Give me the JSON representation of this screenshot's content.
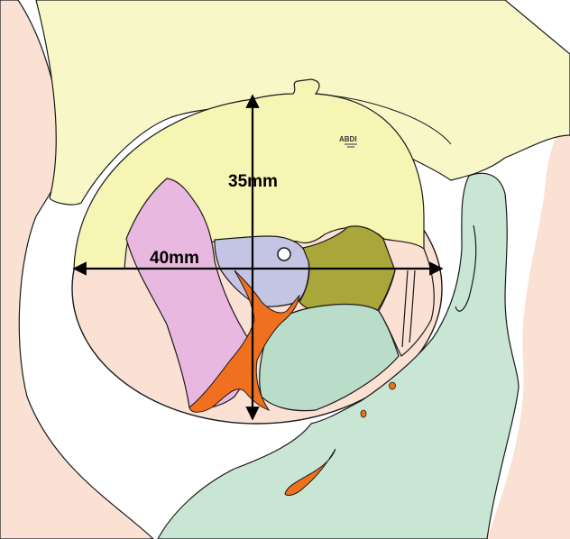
{
  "diagram": {
    "labels": {
      "vertical_dimension": "35mm",
      "horizontal_dimension": "40mm",
      "small_label": "ABDI"
    },
    "colors": {
      "background": "#ffffff",
      "outline": "#1a1a1a",
      "skin": "#fbe0d4",
      "yellow_region": "#f7f5b3",
      "yellow_region_light": "#f8f7c8",
      "pink_region": "#e8b8e0",
      "lavender_region": "#c4c4e4",
      "olive_region": "#a9a63a",
      "mint_region": "#b9ddc8",
      "green_region": "#c9e6d4",
      "orange_region": "#f07020",
      "arrow": "#000000",
      "dot": "#ffffff"
    }
  }
}
